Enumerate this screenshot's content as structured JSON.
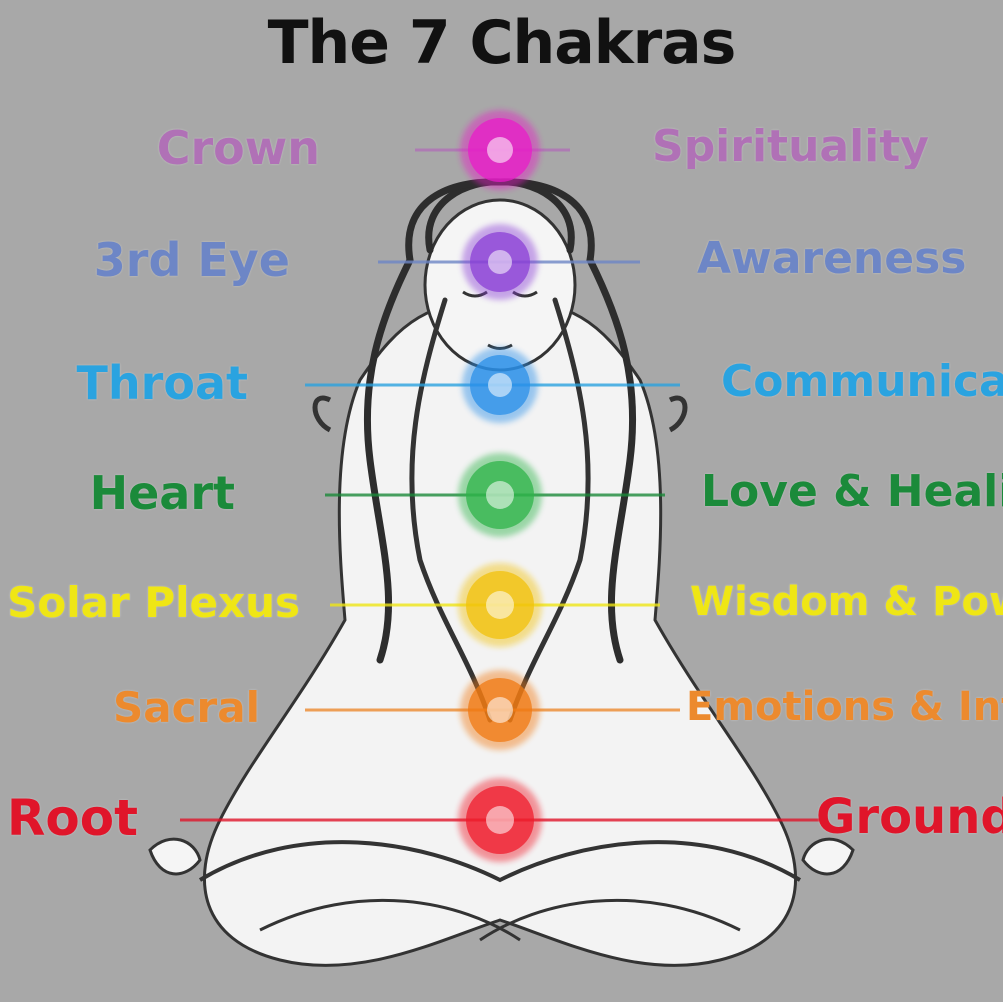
{
  "title": "The 7 Chakras",
  "chakras": [
    {
      "name": "Crown",
      "meaning": "Spirituality",
      "color": "#b071b6",
      "glow": "#e81cc8"
    },
    {
      "name": "3rd Eye",
      "meaning": "Awareness",
      "color": "#6d86c6",
      "glow": "#8b3fd6"
    },
    {
      "name": "Throat",
      "meaning": "Communication",
      "color": "#2aa3e0",
      "glow": "#2a8fe8"
    },
    {
      "name": "Heart",
      "meaning": "Love & Healing",
      "color": "#1b8a3a",
      "glow": "#2fb34a"
    },
    {
      "name": "Solar Plexus",
      "meaning": "Wisdom & Power",
      "color": "#efe615",
      "glow": "#f2c20a"
    },
    {
      "name": "Sacral",
      "meaning": "Emotions & Intimacy",
      "color": "#ec8a2e",
      "glow": "#f07a12"
    },
    {
      "name": "Root",
      "meaning": "Grounding",
      "color": "#e0152a",
      "glow": "#ef1c2c"
    }
  ]
}
